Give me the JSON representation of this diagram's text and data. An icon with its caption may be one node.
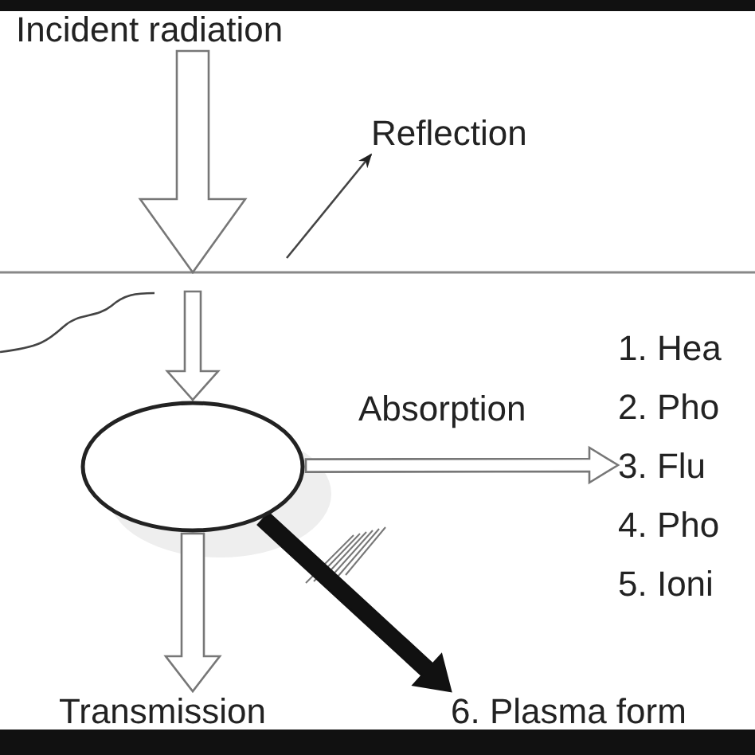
{
  "diagram": {
    "nodes": [
      {
        "text": [
          "Incident radiation"
        ]
      },
      {
        "text": [
          "Reflection"
        ]
      },
      {
        "text": [],
        "shape": "ellipse"
      },
      {
        "text": [
          "1. Hea",
          "2. Pho",
          "3. Flu",
          "4. Pho",
          "5. Ioni"
        ]
      },
      {
        "text": [
          "Transmission"
        ]
      },
      {
        "text": [
          "6. Plasma form"
        ]
      }
    ],
    "edges": [
      {
        "from": 0,
        "to": null,
        "arrow": "to"
      },
      {
        "from": null,
        "to": 1,
        "arrow": "to"
      },
      {
        "from": null,
        "to": 2,
        "arrow": "to"
      },
      {
        "from": 2,
        "to": 3,
        "arrow": "to",
        "label": "Absorption"
      },
      {
        "from": 2,
        "to": 4,
        "arrow": "to"
      },
      {
        "from": 2,
        "to": 5,
        "arrow": "to",
        "color": "#111111"
      }
    ]
  }
}
